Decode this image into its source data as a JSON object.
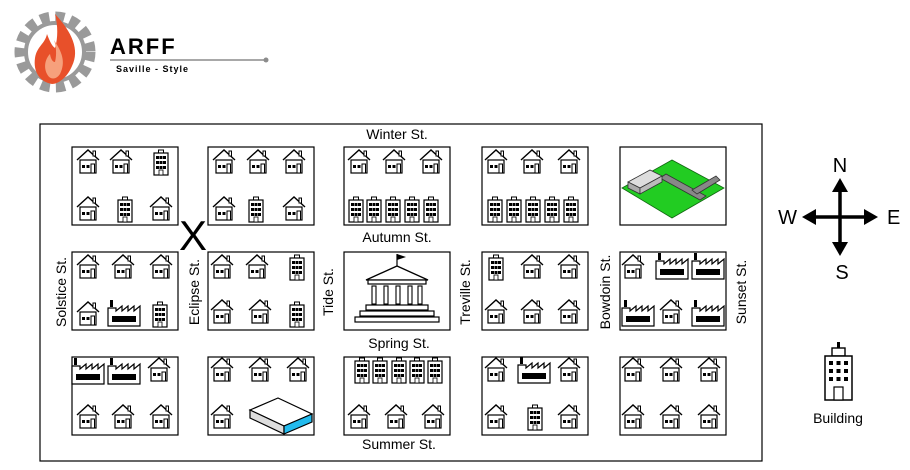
{
  "logo": {
    "brand": "ARFF",
    "tagline": "Saville - Style",
    "colors": {
      "gear": "#9a9a9a",
      "flame_outer": "#e8502a",
      "flame_inner": "#f6a07c",
      "brand_text": "#8c8c8c"
    }
  },
  "streets": {
    "winter": "Winter St.",
    "autumn": "Autumn St.",
    "spring": "Spring St.",
    "summer": "Summer St.",
    "solstice": "Solstice St.",
    "eclipse": "Eclipse St.",
    "tide": "Tide St.",
    "treville": "Treville St.",
    "bowdoin": "Bowdoin St.",
    "sunset": "Sunset St."
  },
  "compass": {
    "north": "N",
    "south": "S",
    "east": "E",
    "west": "W"
  },
  "legend": {
    "building_label": "Building"
  },
  "marker": {
    "symbol": "X"
  },
  "colors": {
    "airport_grass": "#22cc22",
    "roof_accent": "#22bbee"
  }
}
